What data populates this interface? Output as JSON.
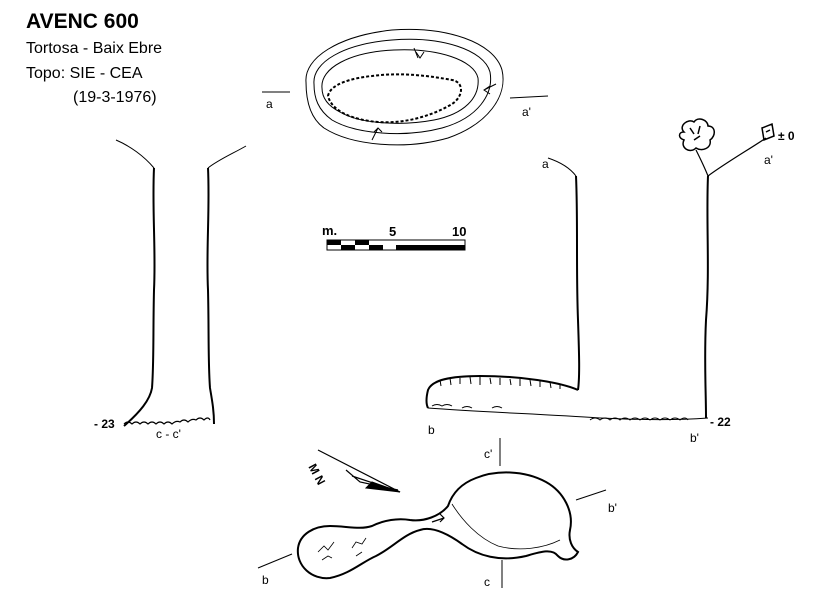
{
  "header": {
    "title": "AVENC 600",
    "location": "Tortosa - Baix Ebre",
    "survey": "Topo: SIE - CEA",
    "date": "(19-3-1976)"
  },
  "scale": {
    "unit_label": "m.",
    "mid_label": "5",
    "end_label": "10"
  },
  "plan_top": {
    "left_label": "a",
    "right_label": "a'"
  },
  "section_cc": {
    "depth_label": "- 23",
    "section_label": "c - c'"
  },
  "section_ab": {
    "top_left_label": "a",
    "top_right_label": "a'",
    "zero_label": "± 0",
    "depth_label": "- 22",
    "bottom_left_label": "b",
    "bottom_right_label": "b'"
  },
  "plan_bottom": {
    "north_label": "M N",
    "c_top": "c'",
    "c_bottom": "c",
    "b_left": "b",
    "b_right": "b'"
  }
}
